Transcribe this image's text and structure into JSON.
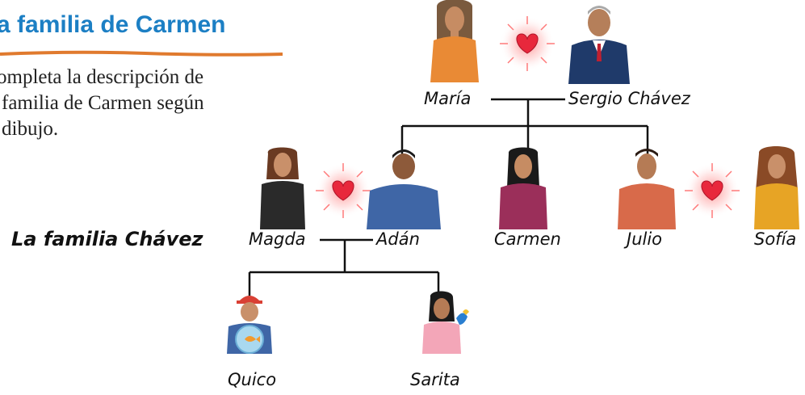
{
  "header": {
    "title": "a familia de Carmen",
    "instructions": [
      "ompleta la descripción de",
      "familia de Carmen según",
      "dibujo."
    ]
  },
  "diagram": {
    "family_label": "La familia Chávez",
    "members": {
      "maria": "María",
      "sergio": "Sergio Chávez",
      "magda": "Magda",
      "adan": "Adán",
      "carmen": "Carmen",
      "julio": "Julio",
      "sofia": "Sofía",
      "quico": "Quico",
      "sarita": "Sarita"
    }
  },
  "colors": {
    "title": "#1c7fc4",
    "underline": "#e07a2e",
    "heart": "#e8283c"
  }
}
